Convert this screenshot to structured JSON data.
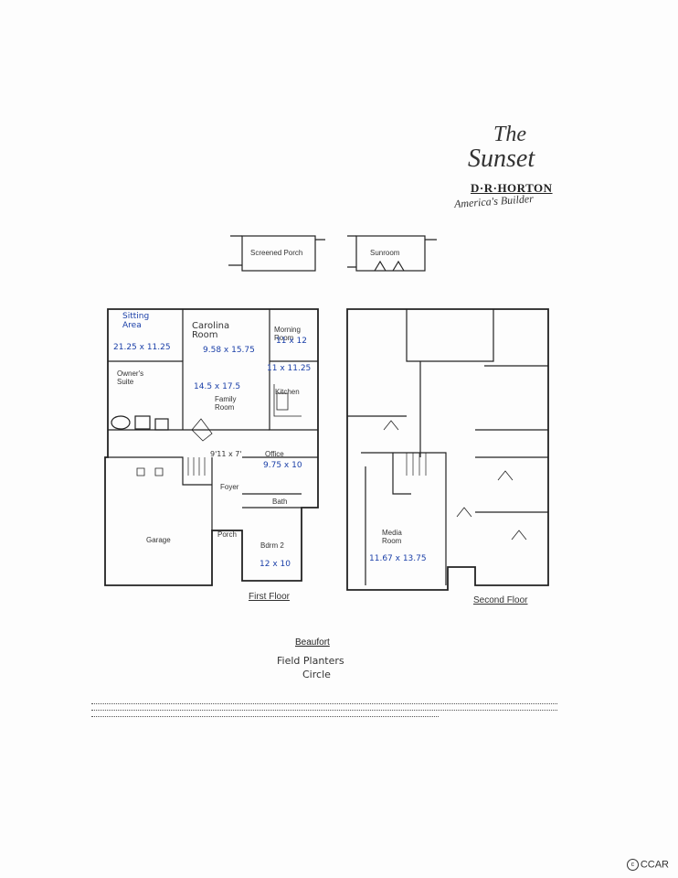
{
  "header": {
    "title_the": "The",
    "title_name": "Sunset",
    "brand": "D·R·HORTON",
    "tagline": "America's Builder"
  },
  "top_options": {
    "screened_porch": "Screened Porch",
    "sunroom": "Sunroom"
  },
  "first_floor": {
    "caption": "First Floor",
    "rooms": {
      "carolina_room": "Carolina Room",
      "sitting_area": "Sitting Area",
      "morning_room": "Morning Room",
      "owners_suite": "Owner's Suite",
      "family_room": "Family Room",
      "kitchen": "Kitchen",
      "office": "Office",
      "foyer": "Foyer",
      "garage": "Garage",
      "porch": "Porch",
      "bath": "Bath",
      "bdrm2": "Bdrm 2"
    },
    "handwritten": {
      "sitting_area": "Sitting Area",
      "sitting_dims": "21.25 x 11.25",
      "carolina": "Carolina Room",
      "carolina_dims": "9.58 x 15.75",
      "morning_dims": "11 x 12",
      "kitchen_dims": "11 x 11.25",
      "family_dims": "14.5 x 17.5",
      "hall_dims": "9'11 x 7'",
      "office_dims": "9.75 x 10",
      "bdrm2_dims": "12 x 10"
    }
  },
  "second_floor": {
    "caption": "Second Floor",
    "media_room": "Media Room",
    "media_dims": "11.67 x 13.75"
  },
  "footer": {
    "location": "Beaufort",
    "note_line1": "Field Planters",
    "note_line2": "Circle",
    "ccar": "CCAR"
  }
}
